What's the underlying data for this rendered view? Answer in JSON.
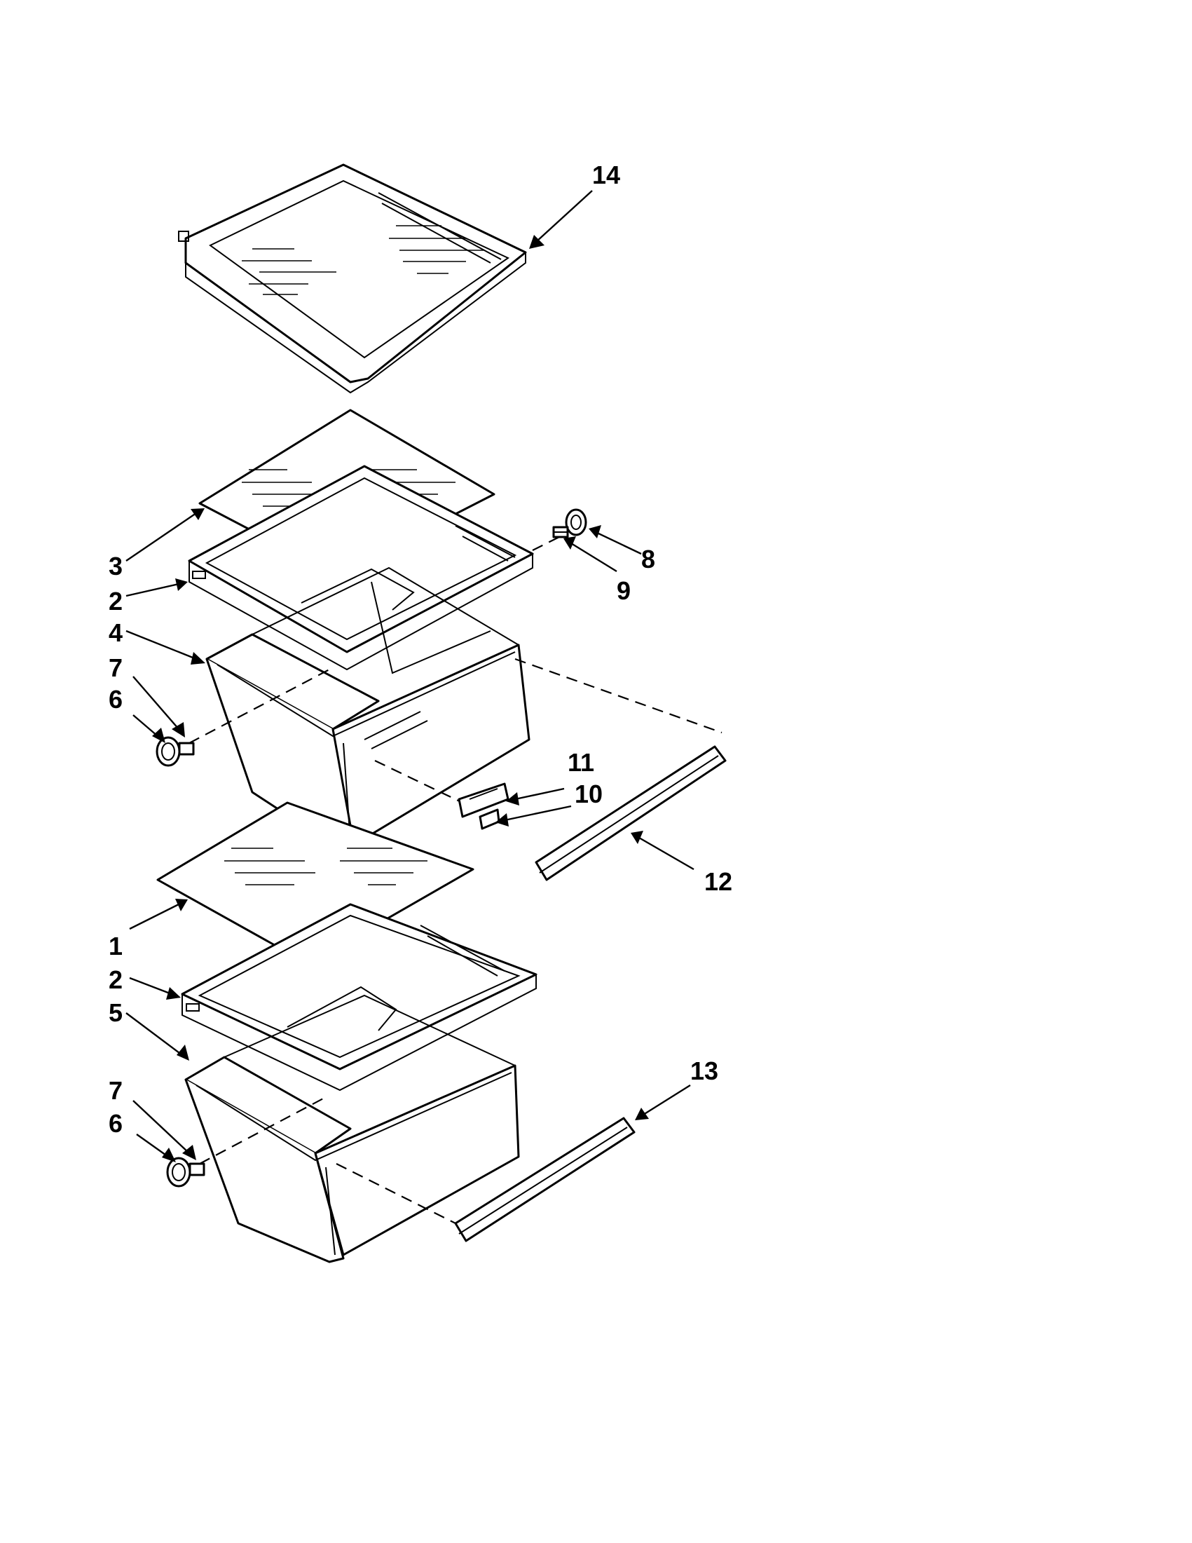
{
  "colors": {
    "line": "#000000",
    "background": "#ffffff"
  },
  "callouts": [
    {
      "id": "c14",
      "label": "14"
    },
    {
      "id": "c3",
      "label": "3"
    },
    {
      "id": "c2a",
      "label": "2"
    },
    {
      "id": "c4",
      "label": "4"
    },
    {
      "id": "c7a",
      "label": "7"
    },
    {
      "id": "c6a",
      "label": "6"
    },
    {
      "id": "c8",
      "label": "8"
    },
    {
      "id": "c9",
      "label": "9"
    },
    {
      "id": "c11",
      "label": "11"
    },
    {
      "id": "c10",
      "label": "10"
    },
    {
      "id": "c12",
      "label": "12"
    },
    {
      "id": "c1",
      "label": "1"
    },
    {
      "id": "c2b",
      "label": "2"
    },
    {
      "id": "c5",
      "label": "5"
    },
    {
      "id": "c13",
      "label": "13"
    },
    {
      "id": "c7b",
      "label": "7"
    },
    {
      "id": "c6b",
      "label": "6"
    }
  ]
}
